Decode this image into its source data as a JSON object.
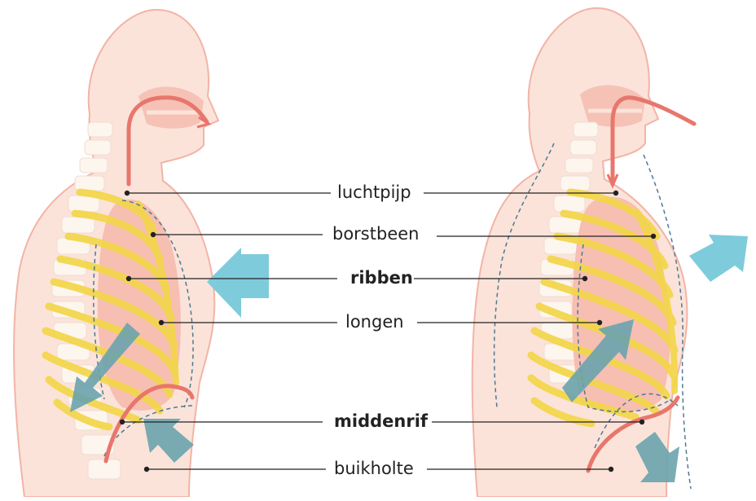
{
  "labels": {
    "trachea": "luchtpijp",
    "sternum": "borstbeen",
    "ribs": "ribben",
    "lungs": "longen",
    "diaphragm": "middenrif",
    "abdomen": "buikholte"
  },
  "colors": {
    "skin": "#fbe3da",
    "skin_outline": "#f2b4a6",
    "lung": "#f6b9ad",
    "rib": "#f3d64a",
    "spine": "#fdf6ef",
    "airway": "#e8766c",
    "arrow_light": "#7ecbdc",
    "arrow_dark": "#6aa3ad",
    "dashed": "#4d7a91",
    "leader": "#222222"
  }
}
